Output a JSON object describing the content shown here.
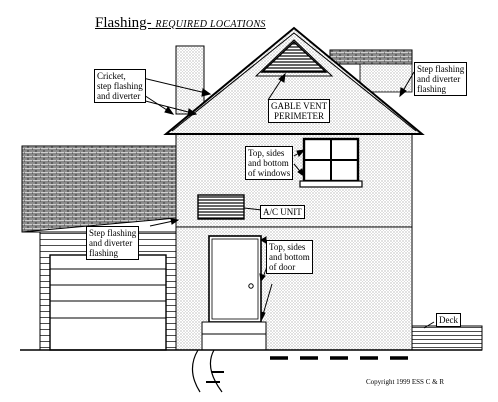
{
  "title": {
    "main": "Flashing-",
    "sub": "REQUIRED LOCATIONS"
  },
  "labels": {
    "cricket": "Cricket,\nstep flashing\nand diverter",
    "gable_vent": "GABLE VENT\nPERIMETER",
    "step_flashing_top": "Step flashing\nand diverter\nflashing",
    "windows": "Top, sides\nand bottom\nof windows",
    "ac_unit": "A/C UNIT",
    "step_flashing_left": "Step flashing\nand diverter\nflashing",
    "door": "Top, sides\nand bottom\nof door",
    "deck": "Deck"
  },
  "copyright": "Copyright 1999  ESS C & R"
}
